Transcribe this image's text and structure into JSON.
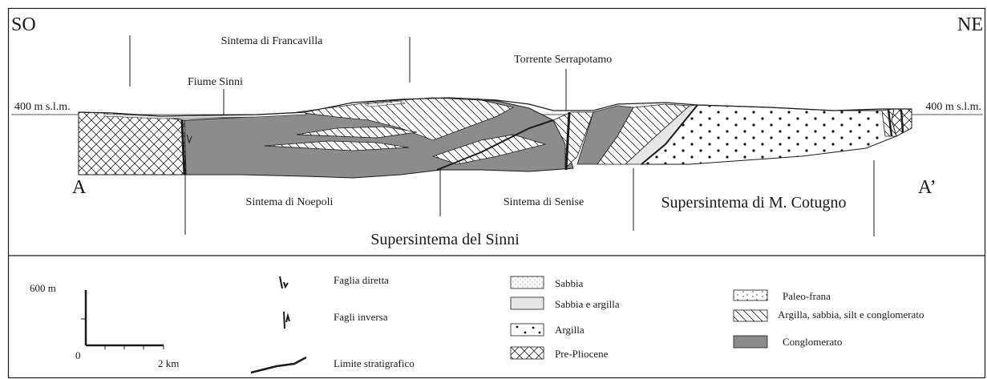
{
  "section": {
    "orientation_left": "SO",
    "orientation_right": "NE",
    "endpoint_left": "A",
    "endpoint_right": "A’",
    "elevation_left": "400 m s.l.m.",
    "elevation_right": "400 m s.l.m.",
    "places": {
      "fiume": "Fiume Sinni",
      "torrente": "Torrente Serrapotamo"
    },
    "units": {
      "francavilla": "Sintema di Francavilla",
      "noepoli": "Sintema di Noepoli",
      "senise": "Sintema di Senise",
      "cotugno": "Supersintema di M. Cotugno",
      "sinni": "Supersintema del Sinni"
    }
  },
  "legend": {
    "scale": {
      "vertical": "600 m",
      "origin": "0",
      "horizontal": "2 km"
    },
    "structures": [
      {
        "label": "Faglia diretta"
      },
      {
        "label": "Fagli inversa"
      },
      {
        "label": "Limite stratigrafico"
      }
    ],
    "lithology_a": [
      {
        "label": "Sabbia"
      },
      {
        "label": "Sabbia e argilla"
      },
      {
        "label": "Argilla"
      },
      {
        "label": "Pre-Pliocene"
      }
    ],
    "lithology_b": [
      {
        "label": "Paleo-frana"
      },
      {
        "label": "Argilla, sabbia, silt e conglomerato"
      },
      {
        "label": "Conglomerato"
      }
    ]
  },
  "colors": {
    "conglomerato": "#8c8c8c",
    "sabbia_argilla": "#e6e6e6",
    "line": "#1a1a1a"
  }
}
